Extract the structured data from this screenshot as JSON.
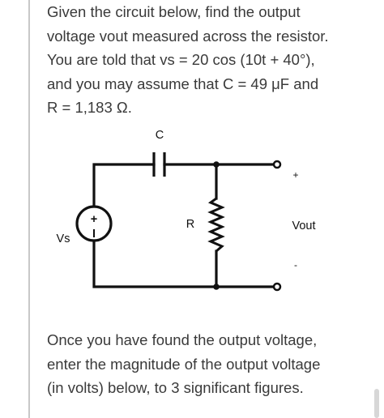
{
  "problem": {
    "lines": [
      "Given the circuit below, find the output",
      "voltage vout measured across the resistor.",
      "You are told that vs = 20 cos (10t + 40°),",
      "and you may assume that C = 49 μF and",
      "R = 1,183 Ω."
    ]
  },
  "circuit": {
    "capacitor_label": "C",
    "resistor_label": "R",
    "source_label": "Vs",
    "source_plus": "+",
    "source_minus": "I",
    "output_label": "Vout",
    "output_plus": "+",
    "output_minus": "-"
  },
  "instruction": {
    "lines": [
      "Once you have found the output voltage,",
      "enter the magnitude of the output voltage",
      "(in volts) below, to 3 significant figures."
    ]
  }
}
